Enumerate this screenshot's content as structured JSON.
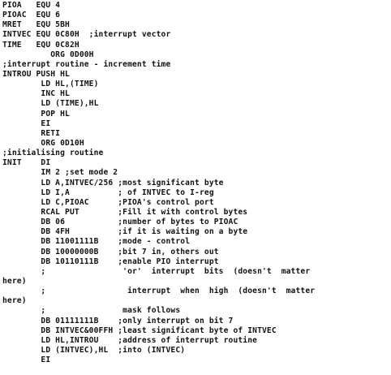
{
  "document": {
    "lines": [
      "PIOA   EQU 4",
      "PIOAC  EQU 6",
      "MRET   EQU 5BH",
      "INTVEC EQU 0C80H  ;interrupt vector",
      "TIME   EQU 0C82H",
      "          ORG 0D00H",
      ";interrupt routine - increment time",
      "INTROU PUSH HL",
      "        LD HL,(TIME)",
      "        INC HL",
      "        LD (TIME),HL",
      "        POP HL",
      "        EI",
      "        RETI",
      "        ORG 0D10H",
      ";initialising routine",
      "INIT    DI",
      "        IM 2 ;set mode 2",
      "        LD A,INTVEC/256 ;most significant byte",
      "        LD I,A          ; of INTVEC to I-reg",
      "        LD C,PIOAC      ;PIOA's control port",
      "        RCAL PUT        ;Fill it with control bytes",
      "        DB 06           ;number of bytes to PIOAC",
      "        DB 4FH          ;if it is waiting on a byte",
      "        DB 11001111B    ;mode - control",
      "        DB 10000000B    ;bit 7 in, others out",
      "        DB 10110111B    ;enable PIO interrupt",
      "        ;                'or'  interrupt  bits  (doesn't  matter",
      "here)",
      "        ;                 interrupt  when  high  (doesn't  matter",
      "here)",
      "        ;                mask follows",
      "        DB 01111111B    ;only interrupt on bit 7",
      "        DB INTVEC&00FFH ;least significant byte of INTVEC",
      "        LD HL,INTROU    ;address of interrupt routine",
      "        LD (INTVEC),HL  ;into (INTVEC)",
      "        EI"
    ]
  }
}
